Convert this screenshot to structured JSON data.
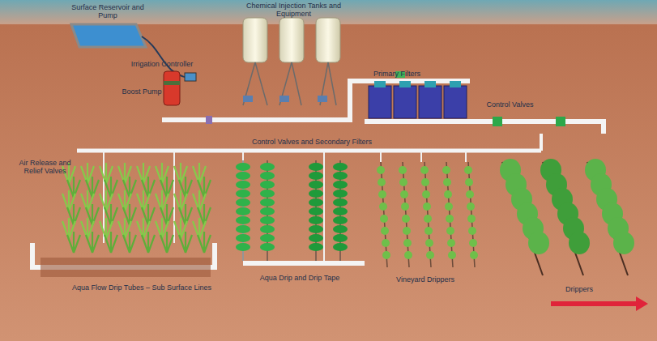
{
  "diagram": {
    "labels": [
      "Surface Reservoir and Pump",
      "Chemical Injection Tanks and Equipment",
      "Irrigation Controller",
      "Boost Pump",
      "Primary Filters",
      "Control Valves",
      "Control Valves and Secondary Filters",
      "Air Release and Relief Valves",
      "Aqua Flow Drip Tubes – Sub Surface Lines",
      "Aqua Drip and Drip Tape",
      "Vineyard Drippers",
      "Drippers"
    ]
  }
}
